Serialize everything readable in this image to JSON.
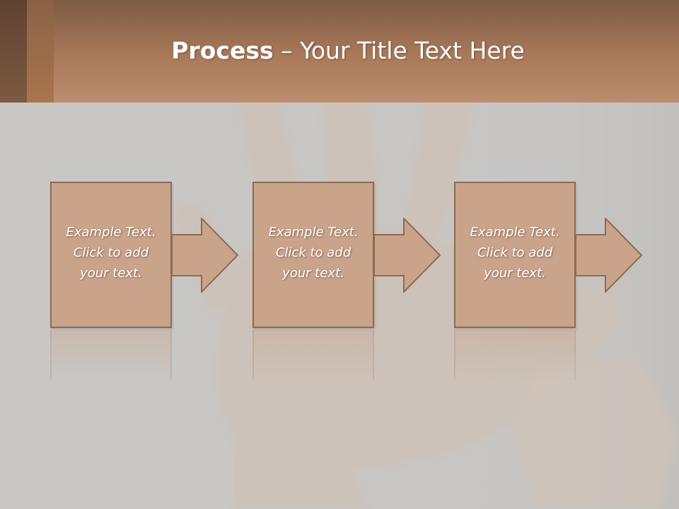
{
  "slide": {
    "title_bold": "Process",
    "title_rest": " – Your Title Text Here"
  },
  "steps": [
    {
      "line1": "Example Text.",
      "line2": "Click  to add",
      "line3": "your text."
    },
    {
      "line1": "Example Text.",
      "line2": "Click  to add",
      "line3": "your text."
    },
    {
      "line1": "Example Text.",
      "line2": "Click  to add",
      "line3": "your text."
    }
  ],
  "colors": {
    "header": "#a9795a",
    "box_fill": "#c9a38a",
    "box_border": "#8e6a56",
    "background": "#c9c7c5"
  }
}
